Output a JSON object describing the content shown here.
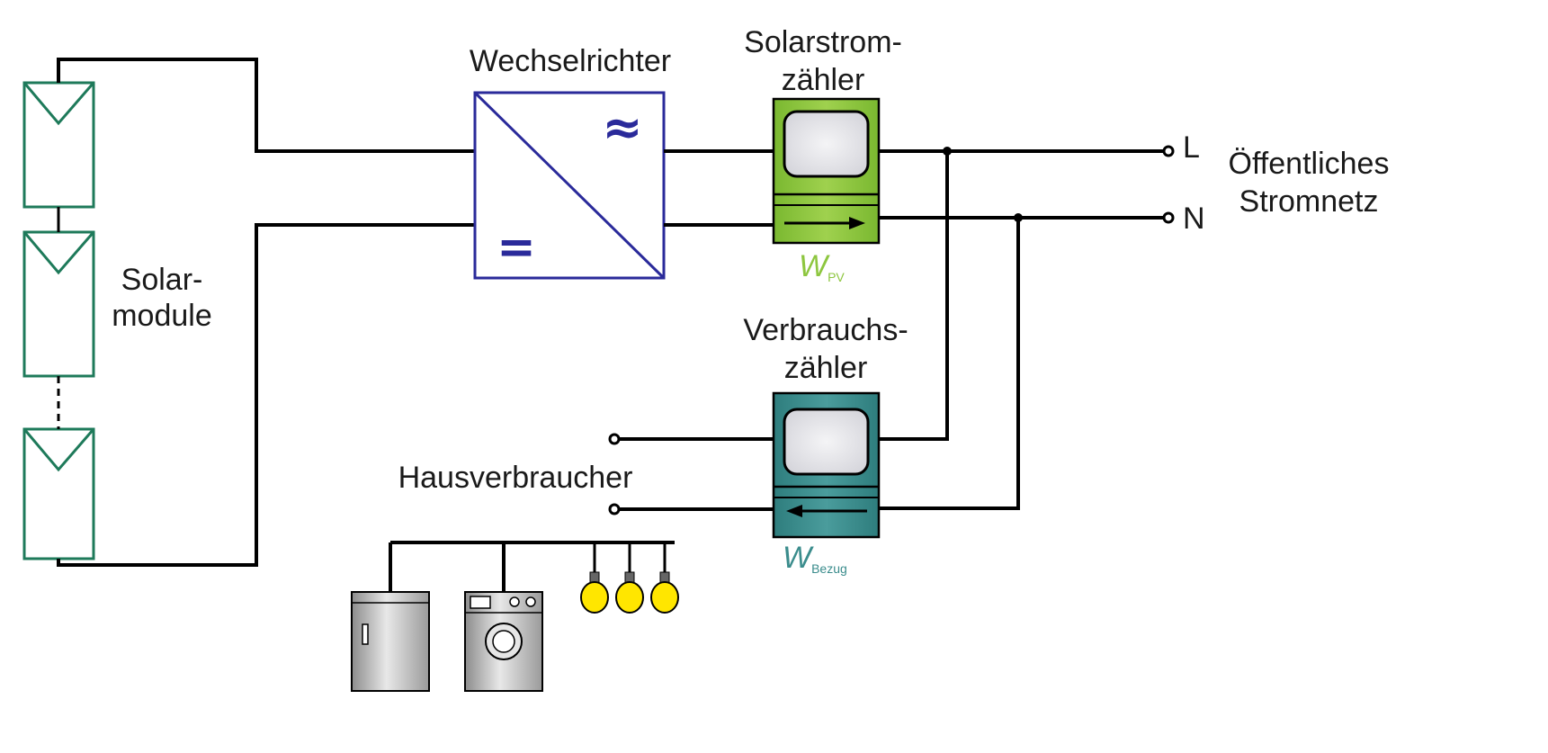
{
  "labels": {
    "solar_modules_line1": "Solar-",
    "solar_modules_line2": "module",
    "inverter": "Wechselrichter",
    "inverter_ac_symbol": "≈",
    "inverter_dc_symbol": "=",
    "solar_meter_line1": "Solarstrom-",
    "solar_meter_line2": "zähler",
    "solar_meter_symbol": "W",
    "solar_meter_symbol_sub": "PV",
    "consumption_meter_line1": "Verbrauchs-",
    "consumption_meter_line2": "zähler",
    "consumption_meter_symbol": "W",
    "consumption_meter_symbol_sub": "Bezug",
    "terminal_l": "L",
    "terminal_n": "N",
    "grid_line1": "Öffentliches",
    "grid_line2": "Stromnetz",
    "household": "Hausverbraucher"
  },
  "colors": {
    "module_stroke": "#1e7a5a",
    "inverter_stroke": "#2a2a9a",
    "solar_meter_fill": "#8dc63f",
    "solar_meter_text": "#8dc63f",
    "consumption_meter_fill": "#3a8c8c",
    "consumption_meter_text": "#3a8c8c",
    "bulb_fill": "#ffe600",
    "appliance_fill": "#bbbbbb"
  },
  "icons": [
    "solar-panel-icon",
    "inverter-icon",
    "meter-icon",
    "fridge-icon",
    "washing-machine-icon",
    "light-bulb-icon"
  ]
}
